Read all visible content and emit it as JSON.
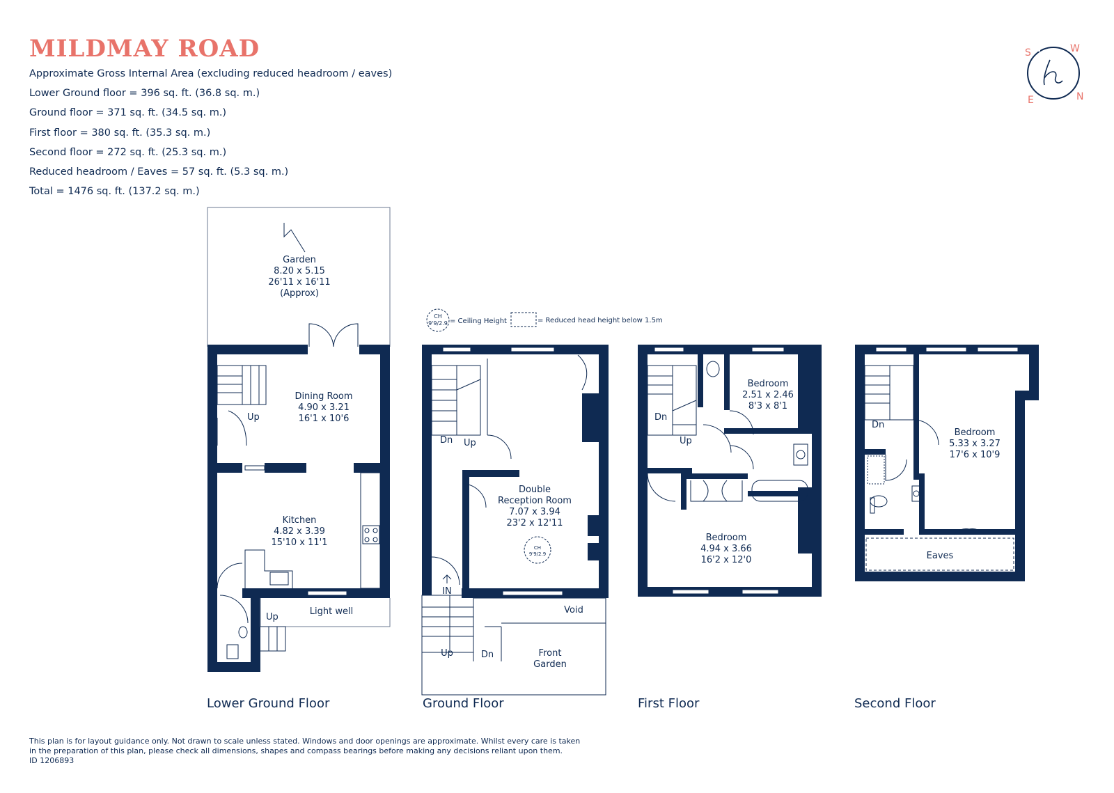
{
  "title": "MILDMAY ROAD",
  "areas": {
    "heading": "Approximate Gross Internal Area (excluding reduced headroom / eaves)",
    "lines": [
      "Lower Ground floor = 396 sq. ft. (36.8 sq. m.)",
      "Ground floor = 371 sq. ft. (34.5 sq. m.)",
      "First floor  = 380 sq. ft. (35.3 sq. m.)",
      "Second floor = 272 sq. ft. (25.3 sq. m.)",
      "Reduced headroom / Eaves = 57 sq. ft. (5.3 sq. m.)",
      "Total =  1476 sq. ft. (137.2 sq. m.)"
    ]
  },
  "compass": {
    "s": "S",
    "w": "W",
    "e": "E",
    "n": "N",
    "logo": "h"
  },
  "legend": {
    "ch_top": "CH",
    "ch_bottom": "9'9/2.9",
    "ceiling": "= Ceiling Height",
    "reduced": "= Reduced head height below 1.5m"
  },
  "rooms": {
    "garden": [
      "Garden",
      "8.20 x 5.15",
      "26'11 x 16'11",
      "(Approx)"
    ],
    "dining": [
      "Dining Room",
      "4.90 x 3.21",
      "16'1 x 10'6"
    ],
    "kitchen": [
      "Kitchen",
      "4.82 x 3.39",
      "15'10 x 11'1"
    ],
    "lightwell": "Light well",
    "reception": [
      "Double",
      "Reception Room",
      "7.07 x 3.94",
      "23'2 x 12'11"
    ],
    "void": "Void",
    "front_garden": [
      "Front",
      "Garden"
    ],
    "bedroom_small": [
      "Bedroom",
      "2.51 x 2.46",
      "8'3 x 8'1"
    ],
    "bedroom_first": [
      "Bedroom",
      "4.94 x 3.66",
      "16'2 x 12'0"
    ],
    "bedroom_second": [
      "Bedroom",
      "5.33 x 3.27",
      "17'6 x 10'9"
    ],
    "eaves": "Eaves"
  },
  "stairs": {
    "up": "Up",
    "dn": "Dn",
    "in": "IN"
  },
  "floor_labels": {
    "lower": "Lower Ground Floor",
    "ground": "Ground Floor",
    "first": "First Floor",
    "second": "Second Floor"
  },
  "footer": [
    "This plan is for layout guidance only. Not drawn to scale unless stated. Windows and door openings are approximate. Whilst every care is taken",
    "in the preparation of this plan, please check all dimensions, shapes and compass bearings before making any decisions reliant upon them.",
    "ID 1206893"
  ],
  "colors": {
    "wall": "#0f2a52",
    "accent": "#e8736a"
  }
}
